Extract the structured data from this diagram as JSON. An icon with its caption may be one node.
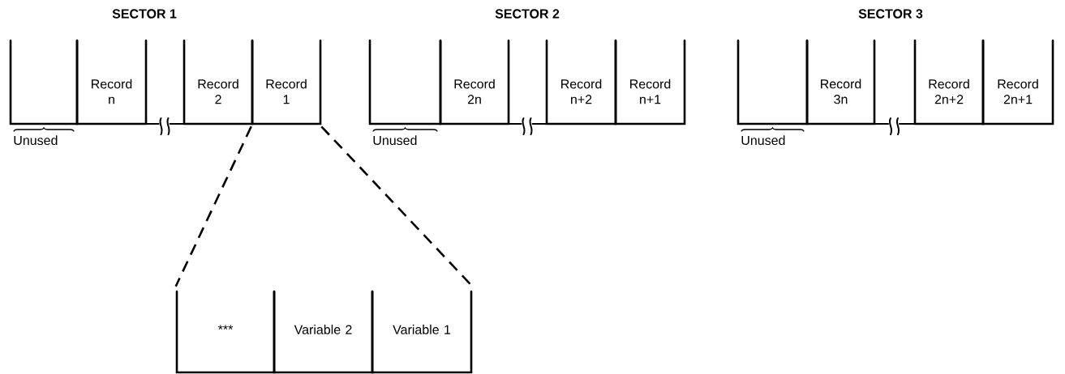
{
  "diagram": {
    "nodes": [
      {
        "text": [],
        "shape": "box",
        "beside": [
          "Unused"
        ]
      },
      {
        "text": [
          "Record n"
        ]
      },
      {
        "text": [
          "Record 2"
        ]
      },
      {
        "text": [
          "Record 1"
        ]
      },
      {
        "text": [],
        "shape": "box",
        "beside": [
          "Unused"
        ]
      },
      {
        "text": [
          "Record 2n"
        ]
      },
      {
        "text": [
          "Record n+2"
        ]
      },
      {
        "text": [
          "Record n+1"
        ]
      },
      {
        "text": [],
        "shape": "box",
        "beside": [
          "Unused"
        ]
      },
      {
        "text": [
          "Record 3n"
        ]
      },
      {
        "text": [
          "Record 2n+2"
        ]
      },
      {
        "text": [
          "Record 2n+1"
        ]
      },
      {
        "text": [
          "***"
        ]
      },
      {
        "text": [
          "Variable 2"
        ]
      },
      {
        "text": [
          "Variable 1"
        ]
      }
    ],
    "edges": [
      {
        "from": 3,
        "to": 12,
        "arrow": "none",
        "style": "dashed"
      },
      {
        "from": 3,
        "to": 14,
        "arrow": "none",
        "style": "dashed"
      }
    ],
    "labels": [
      "SECTOR 1",
      "SECTOR 2",
      "SECTOR 3"
    ]
  }
}
